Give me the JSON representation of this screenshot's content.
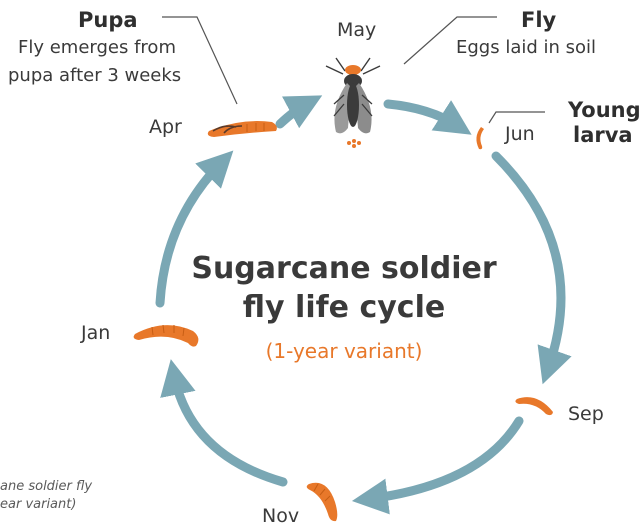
{
  "diagram": {
    "title_line1": "Sugarcane soldier",
    "title_line2": "fly life cycle",
    "subtitle": "(1-year variant)",
    "months": {
      "may": "May",
      "jun": "Jun",
      "sep": "Sep",
      "nov": "Nov",
      "jan": "Jan",
      "apr": "Apr"
    },
    "stages": {
      "pupa": {
        "title": "Pupa",
        "desc_line1": "Fly emerges from",
        "desc_line2": "pupa after 3 weeks"
      },
      "fly": {
        "title": "Fly",
        "desc": "Eggs laid in soil"
      },
      "young_larva": {
        "title_line1": "Young",
        "title_line2": "larva"
      }
    },
    "caption_fragment": {
      "line1": "ane soldier fly",
      "line2": "ear variant)"
    },
    "colors": {
      "arrow": "#7aa7b4",
      "orange": "#e8782a",
      "text": "#3a3a3a",
      "fly_body": "#3b3b3b",
      "fly_wing": "#9a9a9a"
    }
  }
}
